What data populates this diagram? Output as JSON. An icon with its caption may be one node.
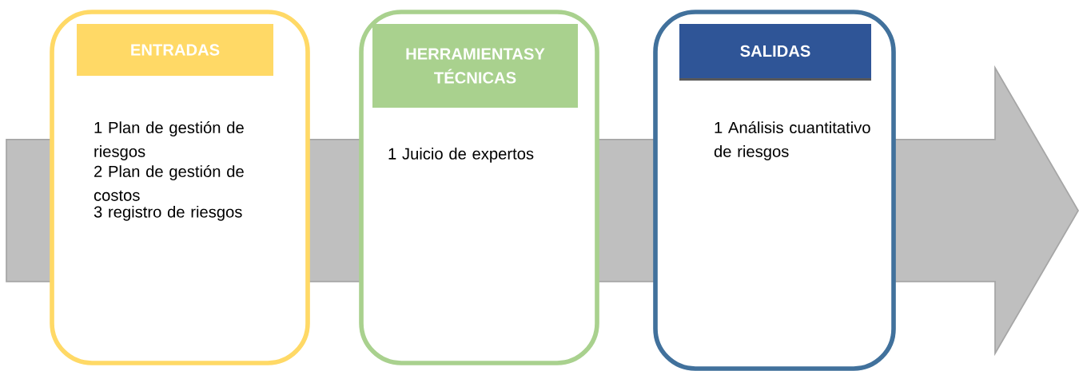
{
  "diagram": {
    "nodes": [
      {
        "text": [
          "1 Plan de gestión de riesgos",
          "2 Plan de gestión de costos",
          "3 registro de riesgos"
        ]
      },
      {
        "text": [
          "ENTRADAS"
        ],
        "in": 0
      },
      {
        "text": [
          "1 Juicio de expertos"
        ]
      },
      {
        "text": [
          "HERRAMIENTASY TÉCNICAS"
        ],
        "in": 2
      },
      {
        "text": [
          "1 Análisis cuantitativo de riesgos"
        ]
      },
      {
        "text": [
          "SALIDAS"
        ],
        "in": 4
      }
    ],
    "edges": []
  }
}
